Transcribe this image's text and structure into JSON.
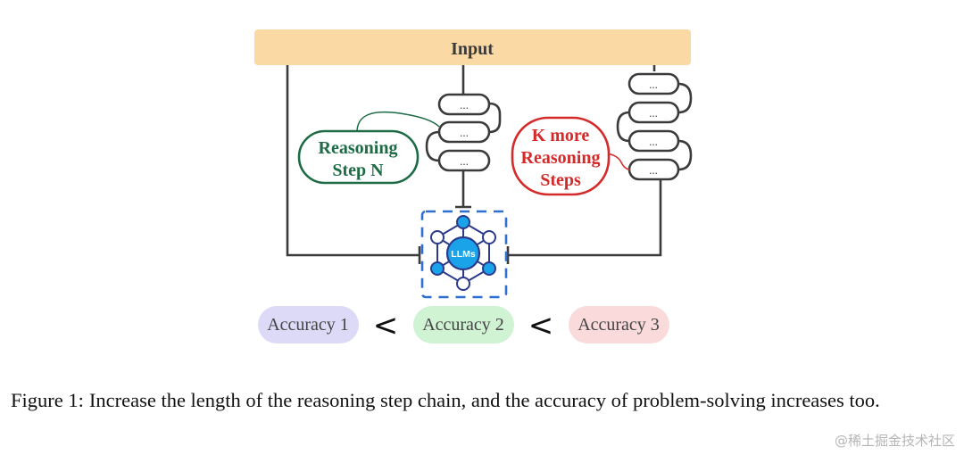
{
  "diagram": {
    "input_label": "Input",
    "step_box_label": "...",
    "callout_left": {
      "line1": "Reasoning",
      "line2": "Step N",
      "color": "#1e6b45"
    },
    "callout_right": {
      "line1": "K more",
      "line2": "Reasoning",
      "line3": "Steps",
      "color": "#d42a2a"
    },
    "llm_label": "LLMs",
    "llm_color": "#1aa3e8",
    "accuracies": [
      {
        "label": "Accuracy 1",
        "color": "#dcdaf7"
      },
      {
        "label": "Accuracy 2",
        "color": "#cff3d3"
      },
      {
        "label": "Accuracy 3",
        "color": "#fadadb"
      }
    ],
    "less_than": "<"
  },
  "caption": {
    "label": "Figure 1:",
    "text": "Increase the length of the reasoning step chain, and the accuracy of problem-solving increases too."
  },
  "watermark": "@稀土掘金技术社区"
}
